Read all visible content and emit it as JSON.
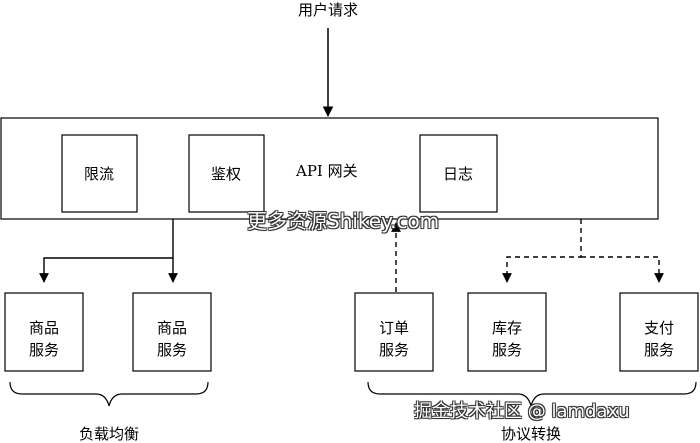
{
  "diagram": {
    "user_request": "用户请求",
    "gateway_label": "API 网关",
    "modules": {
      "rate_limit": "限流",
      "auth": "鉴权",
      "logging": "日志"
    },
    "services": {
      "product_1": {
        "line1": "商品",
        "line2": "服务"
      },
      "product_2": {
        "line1": "商品",
        "line2": "服务"
      },
      "order": {
        "line1": "订单",
        "line2": "服务"
      },
      "inventory": {
        "line1": "库存",
        "line2": "服务"
      },
      "payment": {
        "line1": "支付",
        "line2": "服务"
      }
    },
    "groups": {
      "load_balancing": "负载均衡",
      "protocol_conversion": "协议转换"
    }
  },
  "watermarks": {
    "top": "更多资源Shikey.com",
    "bottom": "掘金技术社区 @ lamdaxu"
  }
}
